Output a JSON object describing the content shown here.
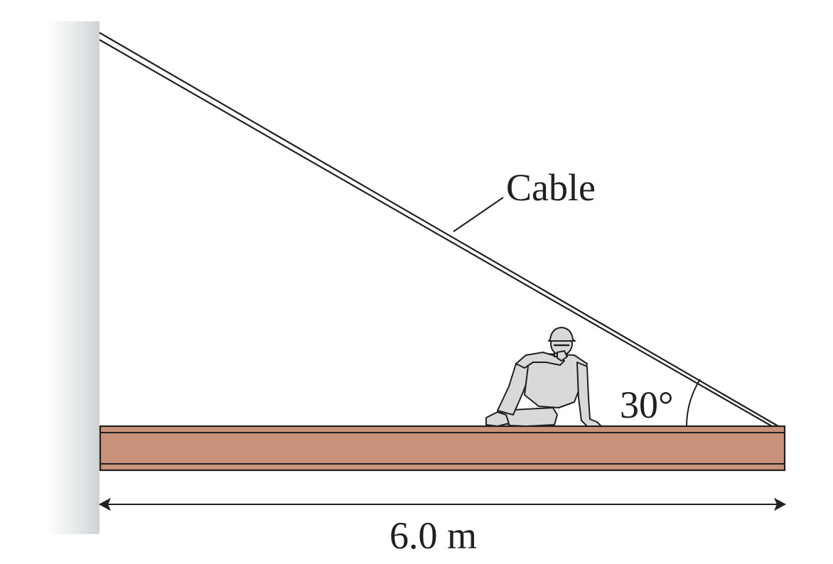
{
  "labels": {
    "cable": "Cable",
    "angle": "30°",
    "length": "6.0 m"
  },
  "colors": {
    "beam_fill": "#c8937a",
    "outline": "#231f20",
    "wall_light": "#ffffff",
    "wall_dark": "#d0d5d7",
    "person_fill": "#d9d9d9"
  },
  "icons": {
    "person": "seated-worker-with-hard-hat"
  }
}
